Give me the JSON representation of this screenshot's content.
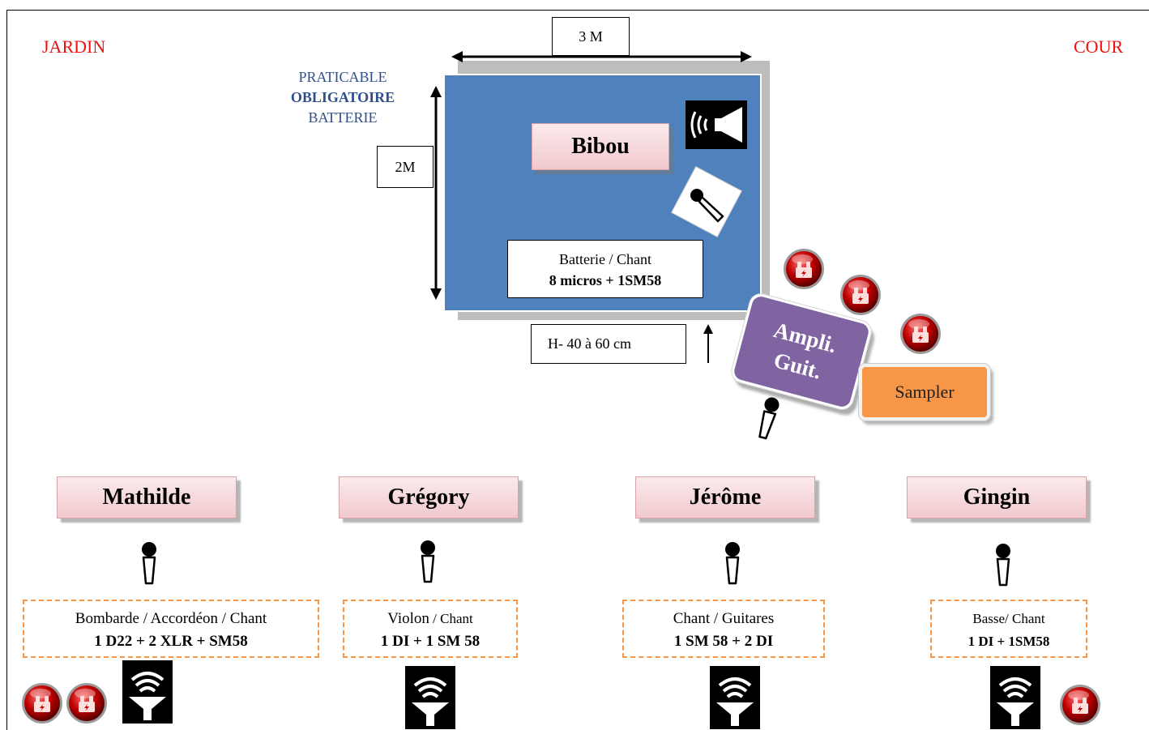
{
  "sides": {
    "left": "JARDIN",
    "right": "COUR"
  },
  "dimensions": {
    "width": "3 M",
    "depth": "2M",
    "height": "H- 40 à 60 cm"
  },
  "praticable": {
    "line1": "PRATICABLE",
    "line2": "OBLIGATOIRE",
    "line3": "BATTERIE"
  },
  "drummer": {
    "name": "Bibou",
    "instrument": "Batterie / Chant",
    "equipment": "8 micros + 1SM58"
  },
  "amp": {
    "line1": "Ampli.",
    "line2": "Guit."
  },
  "sampler": "Sampler",
  "musicians": [
    {
      "name": "Mathilde",
      "instrument_a": "Bombarde / Accordéon / Chant",
      "instrument_b": "",
      "equipment": "1  D22 + 2 XLR + SM58"
    },
    {
      "name": "Grégory",
      "instrument_a": "Violon",
      "instrument_b": " / Chant",
      "equipment": "1 DI  + 1 SM 58"
    },
    {
      "name": "Jérôme",
      "instrument_a": "Chant  /  Guitares",
      "instrument_b": "",
      "equipment": "1 SM 58 + 2 DI"
    },
    {
      "name": "Gingin",
      "instrument_a": "Basse/ Chant",
      "instrument_b": "",
      "equipment": "1 DI + 1SM58"
    }
  ],
  "icons": {
    "power": "power-outlet-icon",
    "monitor": "wedge-monitor-icon",
    "mic": "microphone-icon",
    "speaker": "speaker-icon"
  },
  "colors": {
    "side_label": "#ee1111",
    "riser": "#4f81bd",
    "amp": "#8064a2",
    "sampler": "#f79646",
    "dashed_border": "#f79646",
    "outlet": "#c00000"
  }
}
